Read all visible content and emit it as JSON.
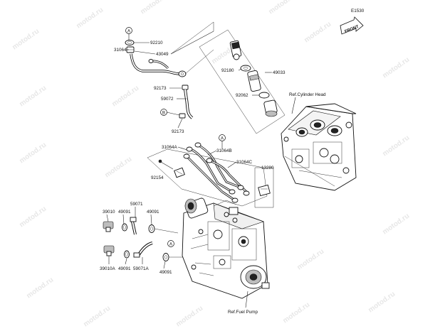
{
  "diagram": {
    "code": "E1530",
    "front_label": "FRONT",
    "watermark": "motod.ru",
    "circle_markers": [
      "A",
      "B"
    ],
    "refs": {
      "cylinder_head": "Ref.Cylinder Head",
      "fuel_pump": "Ref.Fuel Pump"
    },
    "labels": {
      "p92210": "92210",
      "p31064": "31064",
      "p43049": "43049",
      "p92173a": "92173",
      "p59072": "59072",
      "p92173b": "92173",
      "p92180": "92180",
      "p49033": "49033",
      "p92062": "92062",
      "p31064A": "31064A",
      "p31064B": "31064B",
      "p31064C": "31064C",
      "p13280": "13280",
      "p92154": "92154",
      "p39010": "39010",
      "p49091a": "49091",
      "p59071": "59071",
      "p49091b": "49091",
      "p39010A": "39010A",
      "p49091c": "49091",
      "p59071A": "59071A",
      "p49091d": "49091"
    }
  }
}
